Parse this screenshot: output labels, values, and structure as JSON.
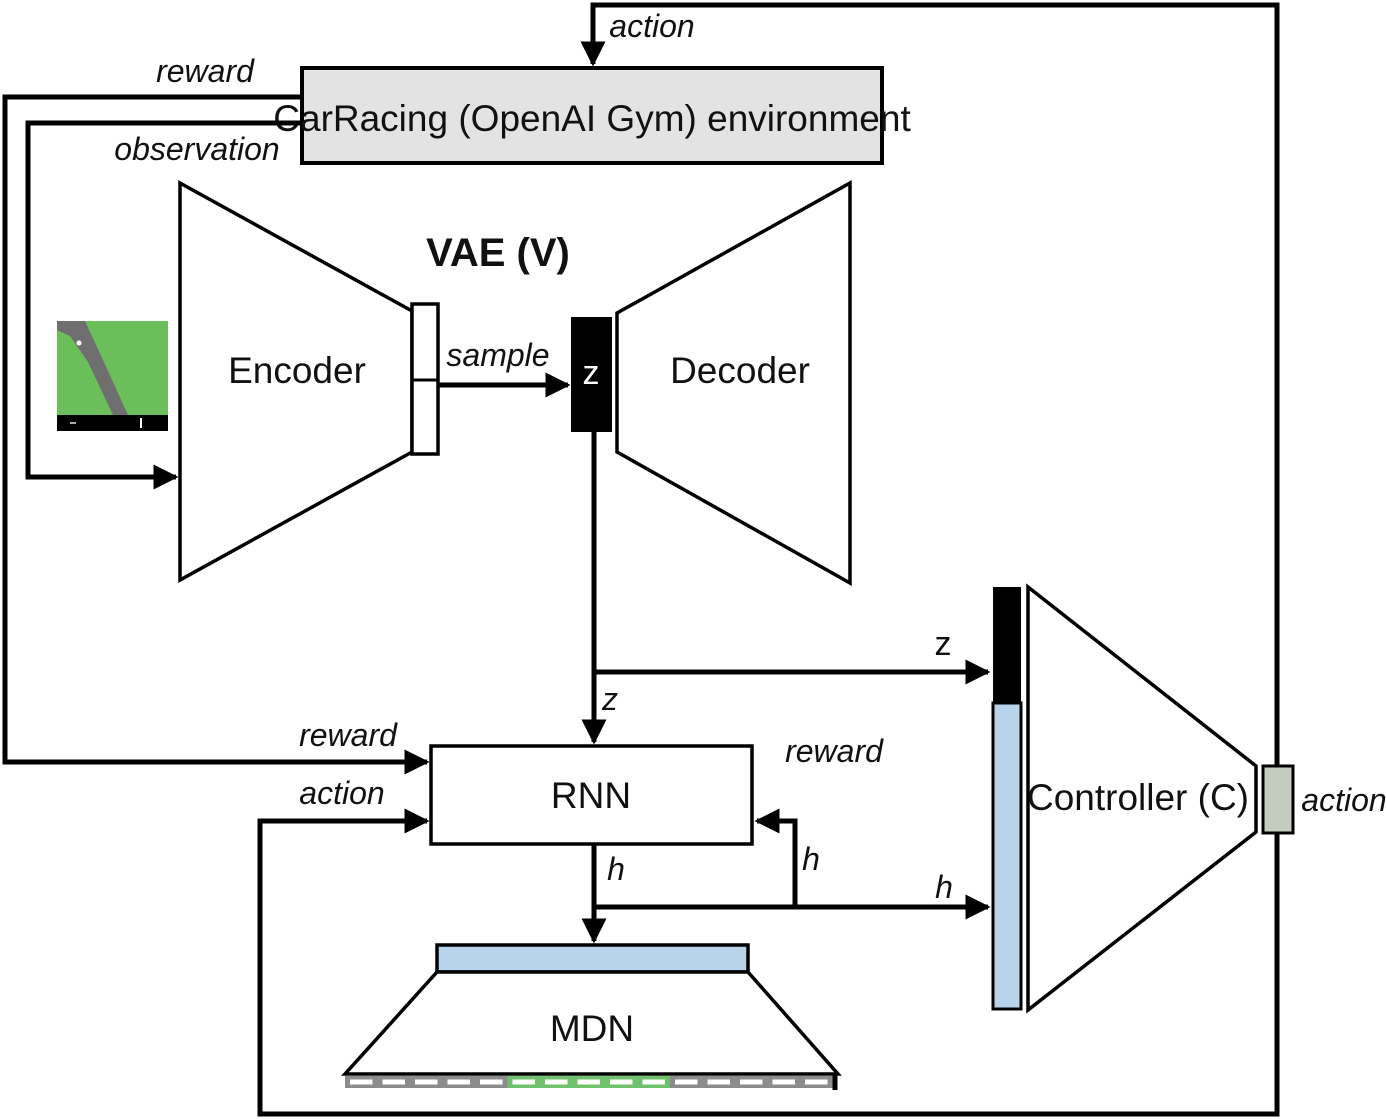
{
  "environment": {
    "label": "CarRacing (OpenAI Gym) environment"
  },
  "vae": {
    "title": "VAE (V)",
    "encoder_label": "Encoder",
    "decoder_label": "Decoder",
    "z_label": "z"
  },
  "rnn": {
    "label": "RNN"
  },
  "mdn": {
    "label": "MDN"
  },
  "controller": {
    "label": "Controller (C)"
  },
  "flow_labels": {
    "action_top": "action",
    "reward_top": "reward",
    "observation": "observation",
    "sample": "sample",
    "z_to_controller": "z",
    "z_to_rnn": "z",
    "reward_in": "reward",
    "action_in": "action",
    "reward_right": "reward",
    "h_down": "h",
    "h_loop": "h",
    "h_to_controller": "h",
    "action_out": "action"
  },
  "colors": {
    "environment_fill": "#e3e3e3",
    "hidden_state_fill": "#b8d4ea",
    "latent_fill": "#000000",
    "action_fill": "#c4ccc0",
    "track_grass": "#6bbf5a",
    "track_road": "#6f6f6f",
    "mdn_gray_cells": "#8c8c8c",
    "mdn_green_cells": "#6fc26b"
  },
  "thumbnail": {
    "alt": "car-racing-frame"
  }
}
